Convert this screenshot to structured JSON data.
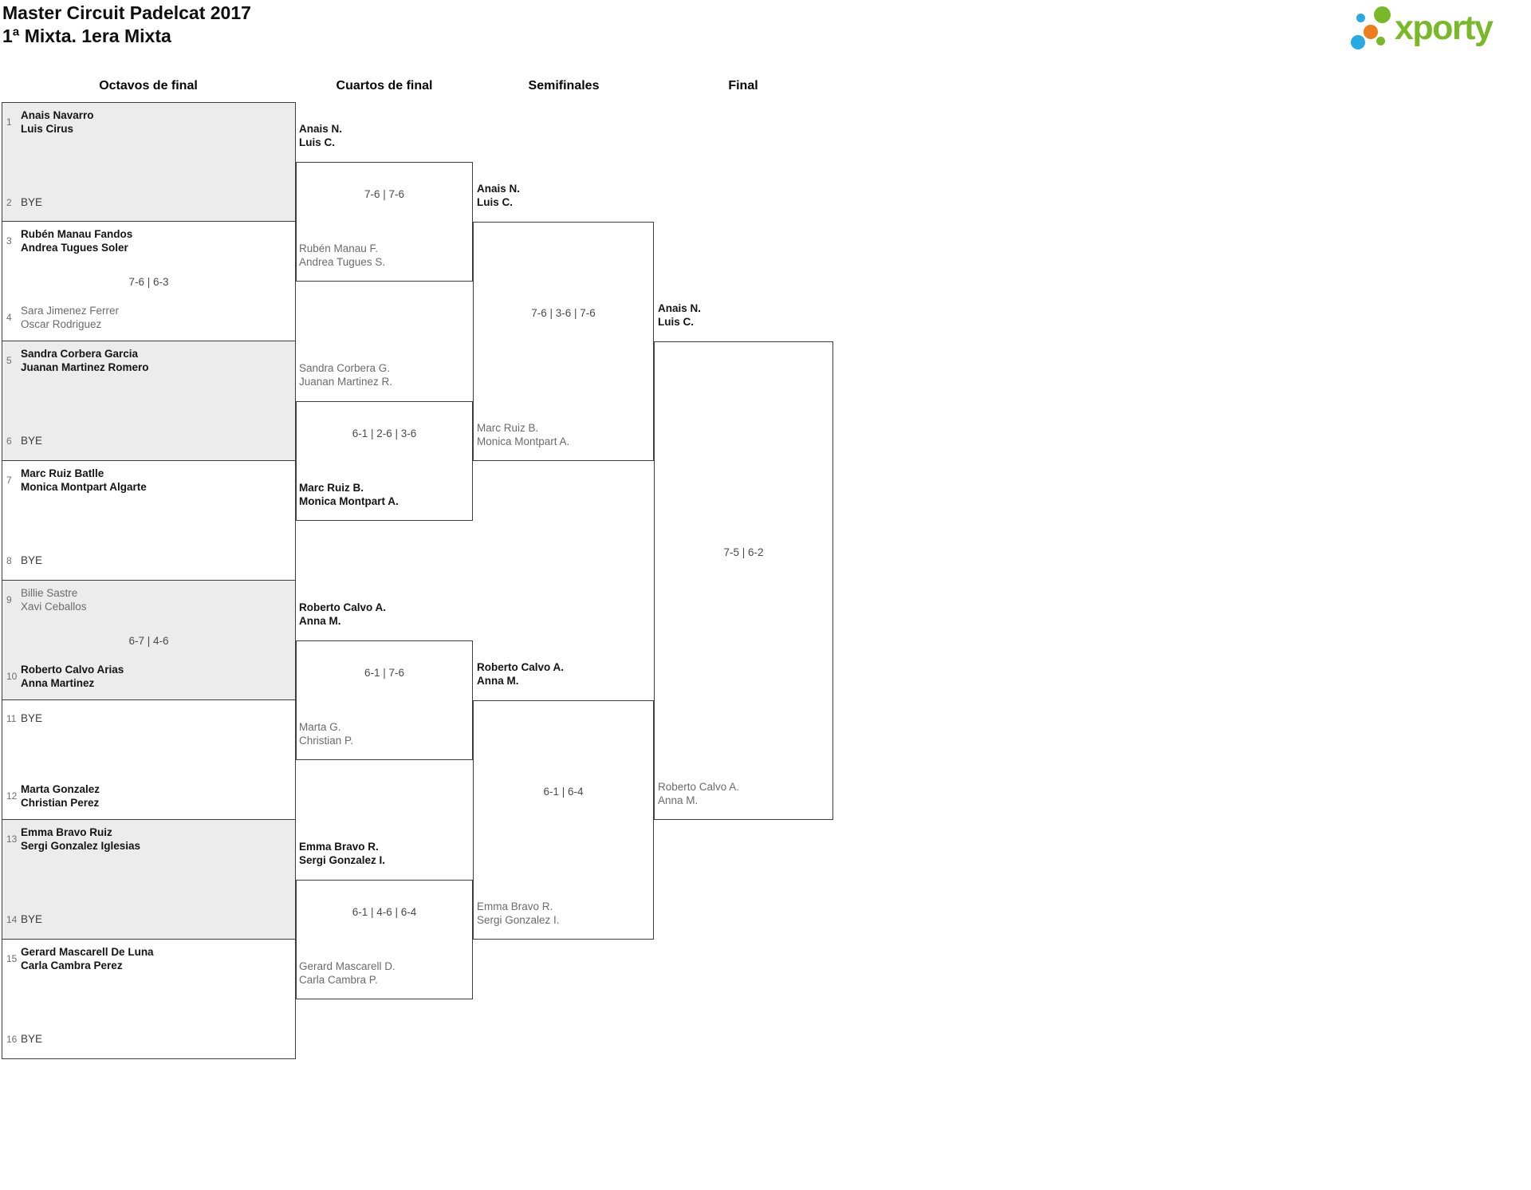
{
  "page": {
    "title": "Master Circuit Padelcat 2017",
    "subtitle": "1ª Mixta. 1era Mixta"
  },
  "logo": {
    "brand": "xporty",
    "colors": {
      "green": "#79b829",
      "blue": "#29a9e1",
      "orange": "#ee7c1b"
    }
  },
  "round_headers": [
    "Octavos de final",
    "Cuartos de final",
    "Semifinales",
    "Final"
  ],
  "octavos": [
    {
      "score": "",
      "top": {
        "seed": "1",
        "line1": "Anais Navarro",
        "line2": "Luis Cirus",
        "status": "winner"
      },
      "bottom": {
        "seed": "2",
        "line1": "BYE",
        "status": "bye"
      }
    },
    {
      "score": "7-6 | 6-3",
      "top": {
        "seed": "3",
        "line1": "Rubén Manau Fandos",
        "line2": "Andrea Tugues Soler",
        "status": "winner"
      },
      "bottom": {
        "seed": "4",
        "line1": "Sara Jimenez Ferrer",
        "line2": "Oscar Rodriguez",
        "status": "loser"
      }
    },
    {
      "score": "",
      "top": {
        "seed": "5",
        "line1": "Sandra Corbera Garcia",
        "line2": "Juanan Martinez Romero",
        "status": "winner"
      },
      "bottom": {
        "seed": "6",
        "line1": "BYE",
        "status": "bye"
      }
    },
    {
      "score": "",
      "top": {
        "seed": "7",
        "line1": "Marc Ruiz Batlle",
        "line2": "Monica Montpart Algarte",
        "status": "winner"
      },
      "bottom": {
        "seed": "8",
        "line1": "BYE",
        "status": "bye"
      }
    },
    {
      "score": "6-7 | 4-6",
      "top": {
        "seed": "9",
        "line1": "Billie Sastre",
        "line2": "Xavi Ceballos",
        "status": "loser"
      },
      "bottom": {
        "seed": "10",
        "line1": "Roberto Calvo Arias",
        "line2": "Anna Martinez",
        "status": "winner"
      }
    },
    {
      "score": "",
      "top": {
        "seed": "11",
        "line1": "BYE",
        "status": "bye"
      },
      "bottom": {
        "seed": "12",
        "line1": "Marta Gonzalez",
        "line2": "Christian Perez",
        "status": "winner"
      }
    },
    {
      "score": "",
      "top": {
        "seed": "13",
        "line1": "Emma Bravo Ruiz",
        "line2": "Sergi Gonzalez Iglesias",
        "status": "winner"
      },
      "bottom": {
        "seed": "14",
        "line1": "BYE",
        "status": "bye"
      }
    },
    {
      "score": "",
      "top": {
        "seed": "15",
        "line1": "Gerard Mascarell De Luna",
        "line2": "Carla Cambra Perez",
        "status": "winner"
      },
      "bottom": {
        "seed": "16",
        "line1": "BYE",
        "status": "bye"
      }
    }
  ],
  "cuartos": [
    {
      "score": "7-6 | 7-6",
      "top": {
        "line1": "Anais N.",
        "line2": "Luis C.",
        "status": "winner"
      },
      "bottom": {
        "line1": "Rubén Manau F.",
        "line2": "Andrea Tugues S.",
        "status": "loser"
      }
    },
    {
      "score": "6-1 | 2-6 | 3-6",
      "top": {
        "line1": "Sandra Corbera G.",
        "line2": "Juanan Martinez R.",
        "status": "loser"
      },
      "bottom": {
        "line1": "Marc Ruiz B.",
        "line2": "Monica Montpart A.",
        "status": "winner"
      }
    },
    {
      "score": "6-1 | 7-6",
      "top": {
        "line1": "Roberto Calvo A.",
        "line2": "Anna M.",
        "status": "winner"
      },
      "bottom": {
        "line1": "Marta G.",
        "line2": "Christian P.",
        "status": "loser"
      }
    },
    {
      "score": "6-1 | 4-6 | 6-4",
      "top": {
        "line1": "Emma Bravo R.",
        "line2": "Sergi Gonzalez I.",
        "status": "winner"
      },
      "bottom": {
        "line1": "Gerard Mascarell D.",
        "line2": "Carla Cambra P.",
        "status": "loser"
      }
    }
  ],
  "semifinales": [
    {
      "score": "7-6 | 3-6 | 7-6",
      "top": {
        "line1": "Anais N.",
        "line2": "Luis C.",
        "status": "winner"
      },
      "bottom": {
        "line1": "Marc Ruiz B.",
        "line2": "Monica Montpart A.",
        "status": "loser"
      }
    },
    {
      "score": "6-1 | 6-4",
      "top": {
        "line1": "Roberto Calvo A.",
        "line2": "Anna M.",
        "status": "winner"
      },
      "bottom": {
        "line1": "Emma Bravo R.",
        "line2": "Sergi Gonzalez I.",
        "status": "loser"
      }
    }
  ],
  "final": {
    "score": "7-5 | 6-2",
    "top": {
      "line1": "Anais N.",
      "line2": "Luis C.",
      "status": "winner"
    },
    "bottom": {
      "line1": "Roberto Calvo A.",
      "line2": "Anna M.",
      "status": "loser"
    }
  }
}
